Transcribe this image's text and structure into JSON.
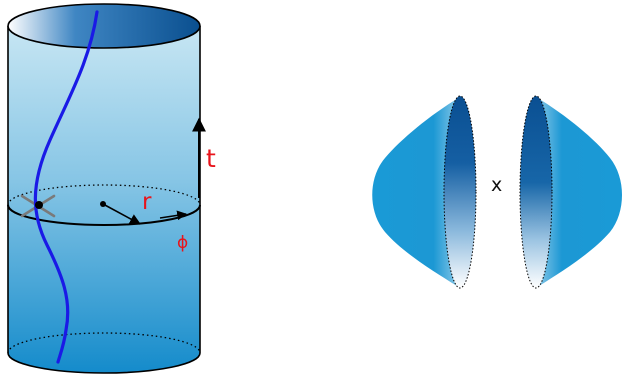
{
  "diagram": {
    "labels": {
      "t": "t",
      "r": "r",
      "phi": "ϕ",
      "times": "x"
    },
    "colors": {
      "cylinder_top": "#bfe2f1",
      "cylinder_bottom": "#1a8fcd",
      "cap_dark": "#0a5597",
      "worldline": "#1a1ae6",
      "axis_label": "#e8141b",
      "arrow": "#000000",
      "marker": "#7a7a7a",
      "cone_light": "#b8def1",
      "cone_mid": "#1a95d2",
      "cone_dark": "#0a5a9d"
    }
  }
}
